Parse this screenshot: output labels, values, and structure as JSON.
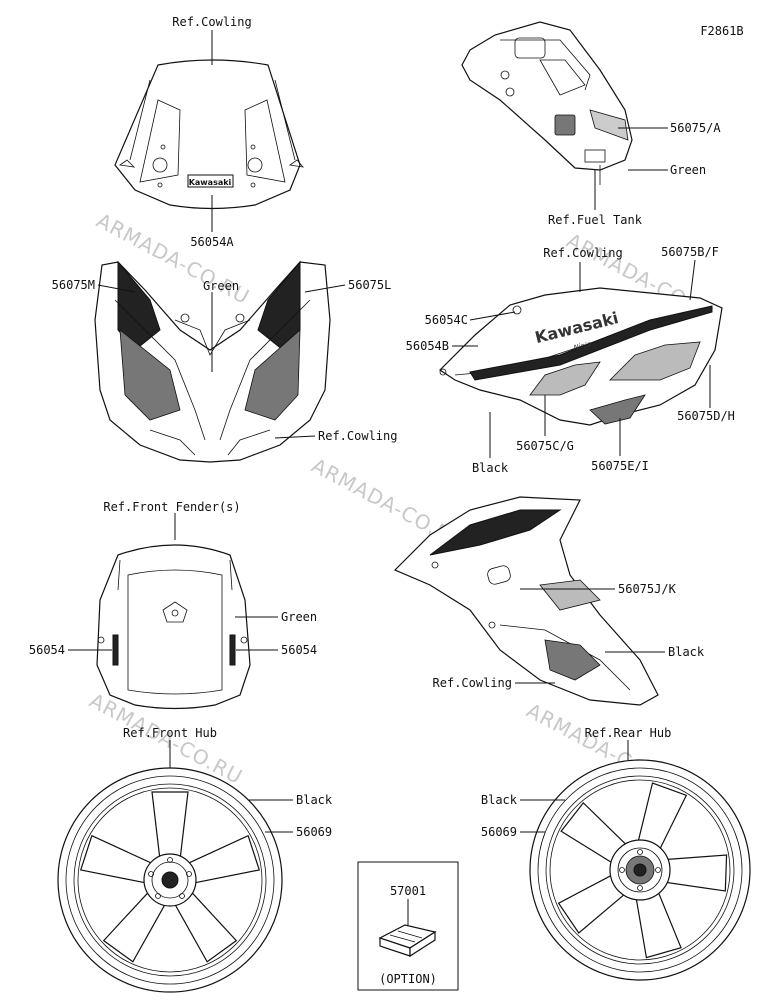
{
  "figure_code": "F2861B",
  "watermark": "ARMADA-CO.RU",
  "labels": {
    "ref_cowling": "Ref.Cowling",
    "ref_fuel_tank": "Ref.Fuel Tank",
    "ref_front_fender": "Ref.Front Fender(s)",
    "ref_front_hub": "Ref.Front Hub",
    "ref_rear_hub": "Ref.Rear Hub",
    "green": "Green",
    "black": "Black",
    "option": "(OPTION)",
    "logo_text": "Kawasaki",
    "ninja_text": "Ninja"
  },
  "parts": {
    "p56054A": "56054A",
    "p56075A": "56075/A",
    "p56075M": "56075M",
    "p56075L": "56075L",
    "p56075BF": "56075B/F",
    "p56054C": "56054C",
    "p56054B": "56054B",
    "p56075DH": "56075D/H",
    "p56075CG": "56075C/G",
    "p56075EI": "56075E/I",
    "p56054": "56054",
    "p56075JK": "56075J/K",
    "p56069": "56069",
    "p57001": "57001"
  }
}
